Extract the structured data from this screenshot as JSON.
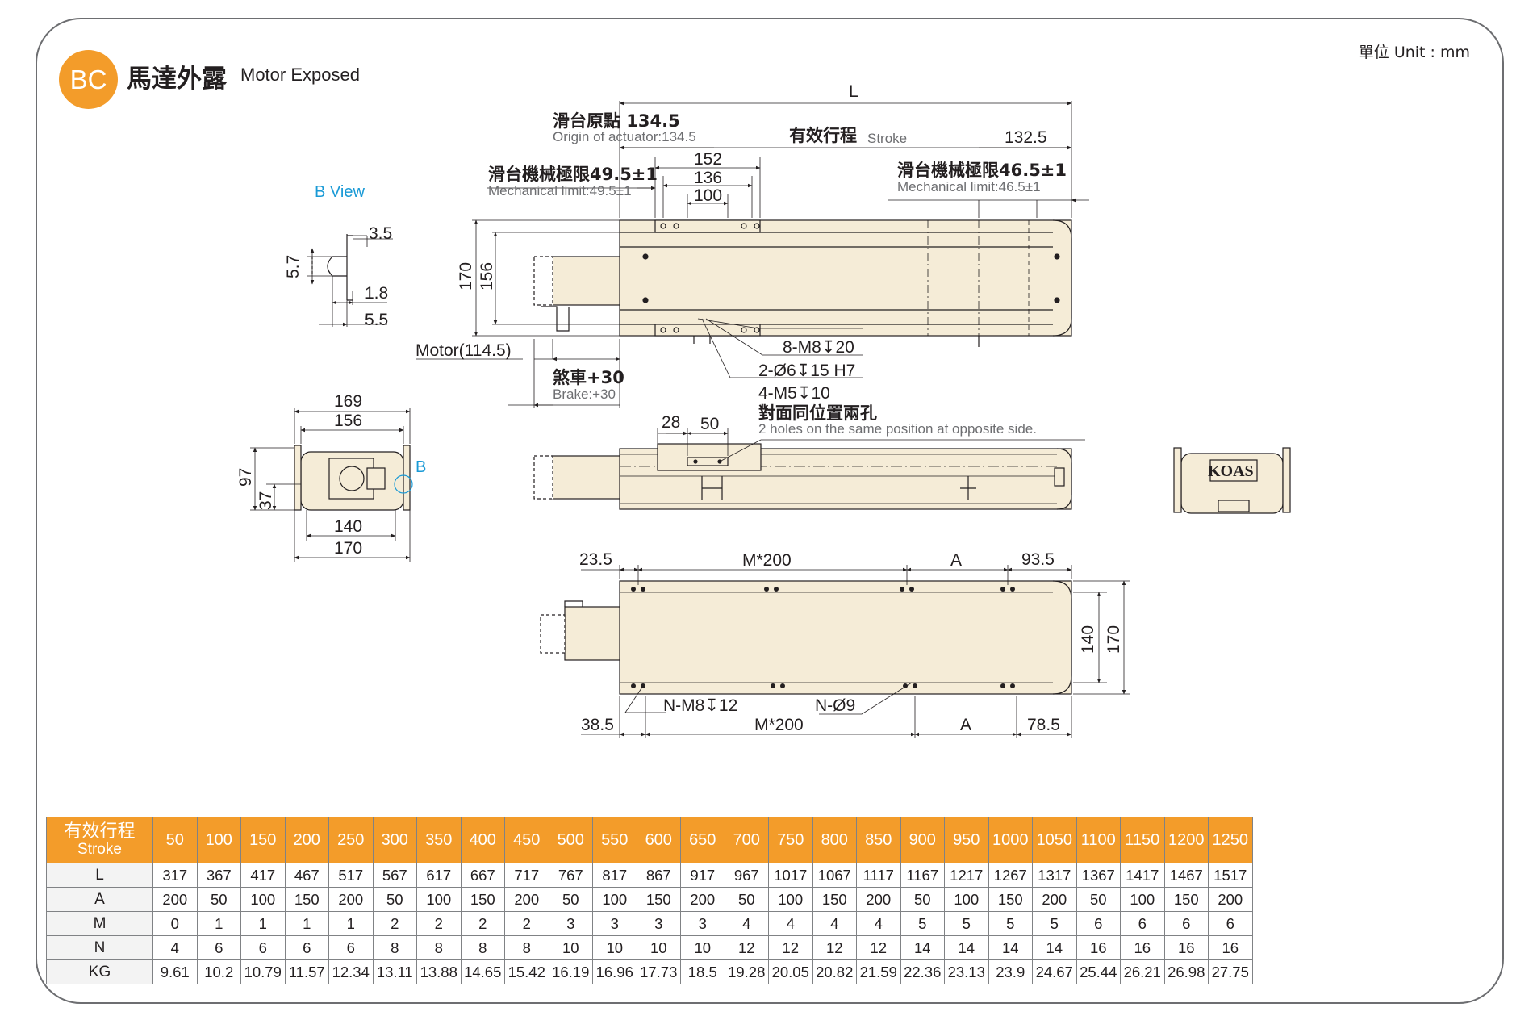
{
  "header": {
    "badge": "BC",
    "title_zh": "馬達外露",
    "title_en": "Motor Exposed",
    "unit": "單位 Unit : mm"
  },
  "labels": {
    "b_view": "B View",
    "b_marker": "B",
    "L": "L",
    "origin_zh": "滑台原點 134.5",
    "origin_en": "Origin of actuator:134.5",
    "stroke_zh": "有效行程",
    "stroke_en": "Stroke",
    "d132_5": "132.5",
    "mech_left_zh": "滑台機械極限49.5±1",
    "mech_left_en": "Mechanical limit:49.5±1",
    "mech_right_zh": "滑台機械極限46.5±1",
    "mech_right_en": "Mechanical limit:46.5±1",
    "d152": "152",
    "d136": "136",
    "d100": "100",
    "d170v": "170",
    "d156v": "156",
    "motor": "Motor(114.5)",
    "brake_zh": "煞車+30",
    "brake_en": "Brake:+30",
    "m8": "8-M8↧20",
    "d6": "2-Ø6↧15 H7",
    "m5": "4-M5↧10",
    "holes_zh": "對面同位置兩孔",
    "holes_en": "2 holes on the same position at opposite side.",
    "d28": "28",
    "d50": "50",
    "bv_3_5": "3.5",
    "bv_5_7": "5.7",
    "bv_1_8": "1.8",
    "bv_5_5": "5.5",
    "fv_169": "169",
    "fv_156": "156",
    "fv_97": "97",
    "fv_37": "37",
    "fv_140": "140",
    "fv_170": "170",
    "logo": "KOAS",
    "bot_23_5": "23.5",
    "bot_M200_top": "M*200",
    "bot_A_top": "A",
    "bot_93_5": "93.5",
    "bot_140": "140",
    "bot_170": "170",
    "bot_NM8": "N-M8↧12",
    "bot_N9": "N-Ø9",
    "bot_38_5": "38.5",
    "bot_M200_bot": "M*200",
    "bot_A_bot": "A",
    "bot_78_5": "78.5"
  },
  "table": {
    "head_zh": "有效行程",
    "head_en": "Stroke",
    "strokes": [
      "50",
      "100",
      "150",
      "200",
      "250",
      "300",
      "350",
      "400",
      "450",
      "500",
      "550",
      "600",
      "650",
      "700",
      "750",
      "800",
      "850",
      "900",
      "950",
      "1000",
      "1050",
      "1100",
      "1150",
      "1200",
      "1250"
    ],
    "rows": [
      {
        "label": "L",
        "values": [
          "317",
          "367",
          "417",
          "467",
          "517",
          "567",
          "617",
          "667",
          "717",
          "767",
          "817",
          "867",
          "917",
          "967",
          "1017",
          "1067",
          "1117",
          "1167",
          "1217",
          "1267",
          "1317",
          "1367",
          "1417",
          "1467",
          "1517"
        ]
      },
      {
        "label": "A",
        "values": [
          "200",
          "50",
          "100",
          "150",
          "200",
          "50",
          "100",
          "150",
          "200",
          "50",
          "100",
          "150",
          "200",
          "50",
          "100",
          "150",
          "200",
          "50",
          "100",
          "150",
          "200",
          "50",
          "100",
          "150",
          "200"
        ]
      },
      {
        "label": "M",
        "values": [
          "0",
          "1",
          "1",
          "1",
          "1",
          "2",
          "2",
          "2",
          "2",
          "3",
          "3",
          "3",
          "3",
          "4",
          "4",
          "4",
          "4",
          "5",
          "5",
          "5",
          "5",
          "6",
          "6",
          "6",
          "6"
        ]
      },
      {
        "label": "N",
        "values": [
          "4",
          "6",
          "6",
          "6",
          "6",
          "8",
          "8",
          "8",
          "8",
          "10",
          "10",
          "10",
          "10",
          "12",
          "12",
          "12",
          "12",
          "14",
          "14",
          "14",
          "14",
          "16",
          "16",
          "16",
          "16"
        ]
      },
      {
        "label": "KG",
        "values": [
          "9.61",
          "10.2",
          "10.79",
          "11.57",
          "12.34",
          "13.11",
          "13.88",
          "14.65",
          "15.42",
          "16.19",
          "16.96",
          "17.73",
          "18.5",
          "19.28",
          "20.05",
          "20.82",
          "21.59",
          "22.36",
          "23.13",
          "23.9",
          "24.67",
          "25.44",
          "26.21",
          "26.98",
          "27.75"
        ]
      }
    ]
  },
  "colors": {
    "accent": "#f39c2a",
    "body_fill": "#f5ecd7",
    "line": "#231f20",
    "blue": "#1a9ad6"
  }
}
